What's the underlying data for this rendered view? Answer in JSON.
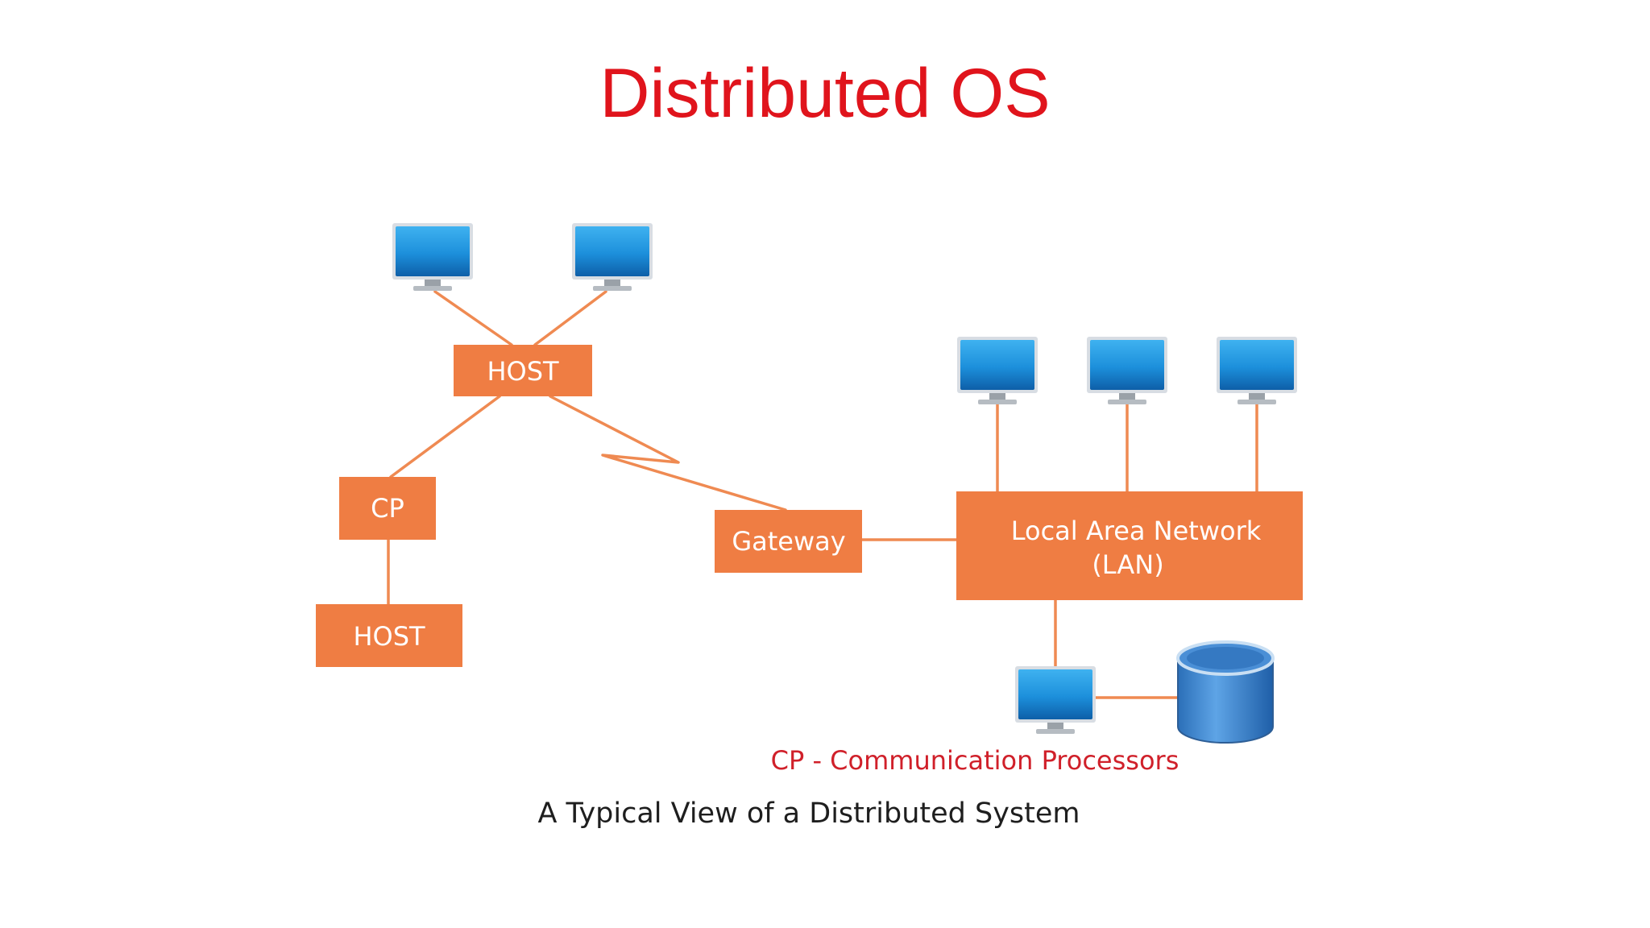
{
  "slide": {
    "title": "Distributed OS"
  },
  "diagram": {
    "nodes": {
      "host_top": "HOST",
      "cp": "CP",
      "host_bottom": "HOST",
      "gateway": "Gateway",
      "lan_line1": "Local Area Network",
      "lan_line2": "(LAN)"
    },
    "icons": {
      "monitor": "monitor-icon",
      "database": "database-icon"
    },
    "legend": "CP - Communication Processors",
    "caption": "A Typical View of a Distributed System"
  },
  "colors": {
    "title": "#e0141c",
    "node": "#ef7d43",
    "edge": "#ef8a52",
    "legend": "#d0202a",
    "monitor": "#1f8fd8"
  }
}
